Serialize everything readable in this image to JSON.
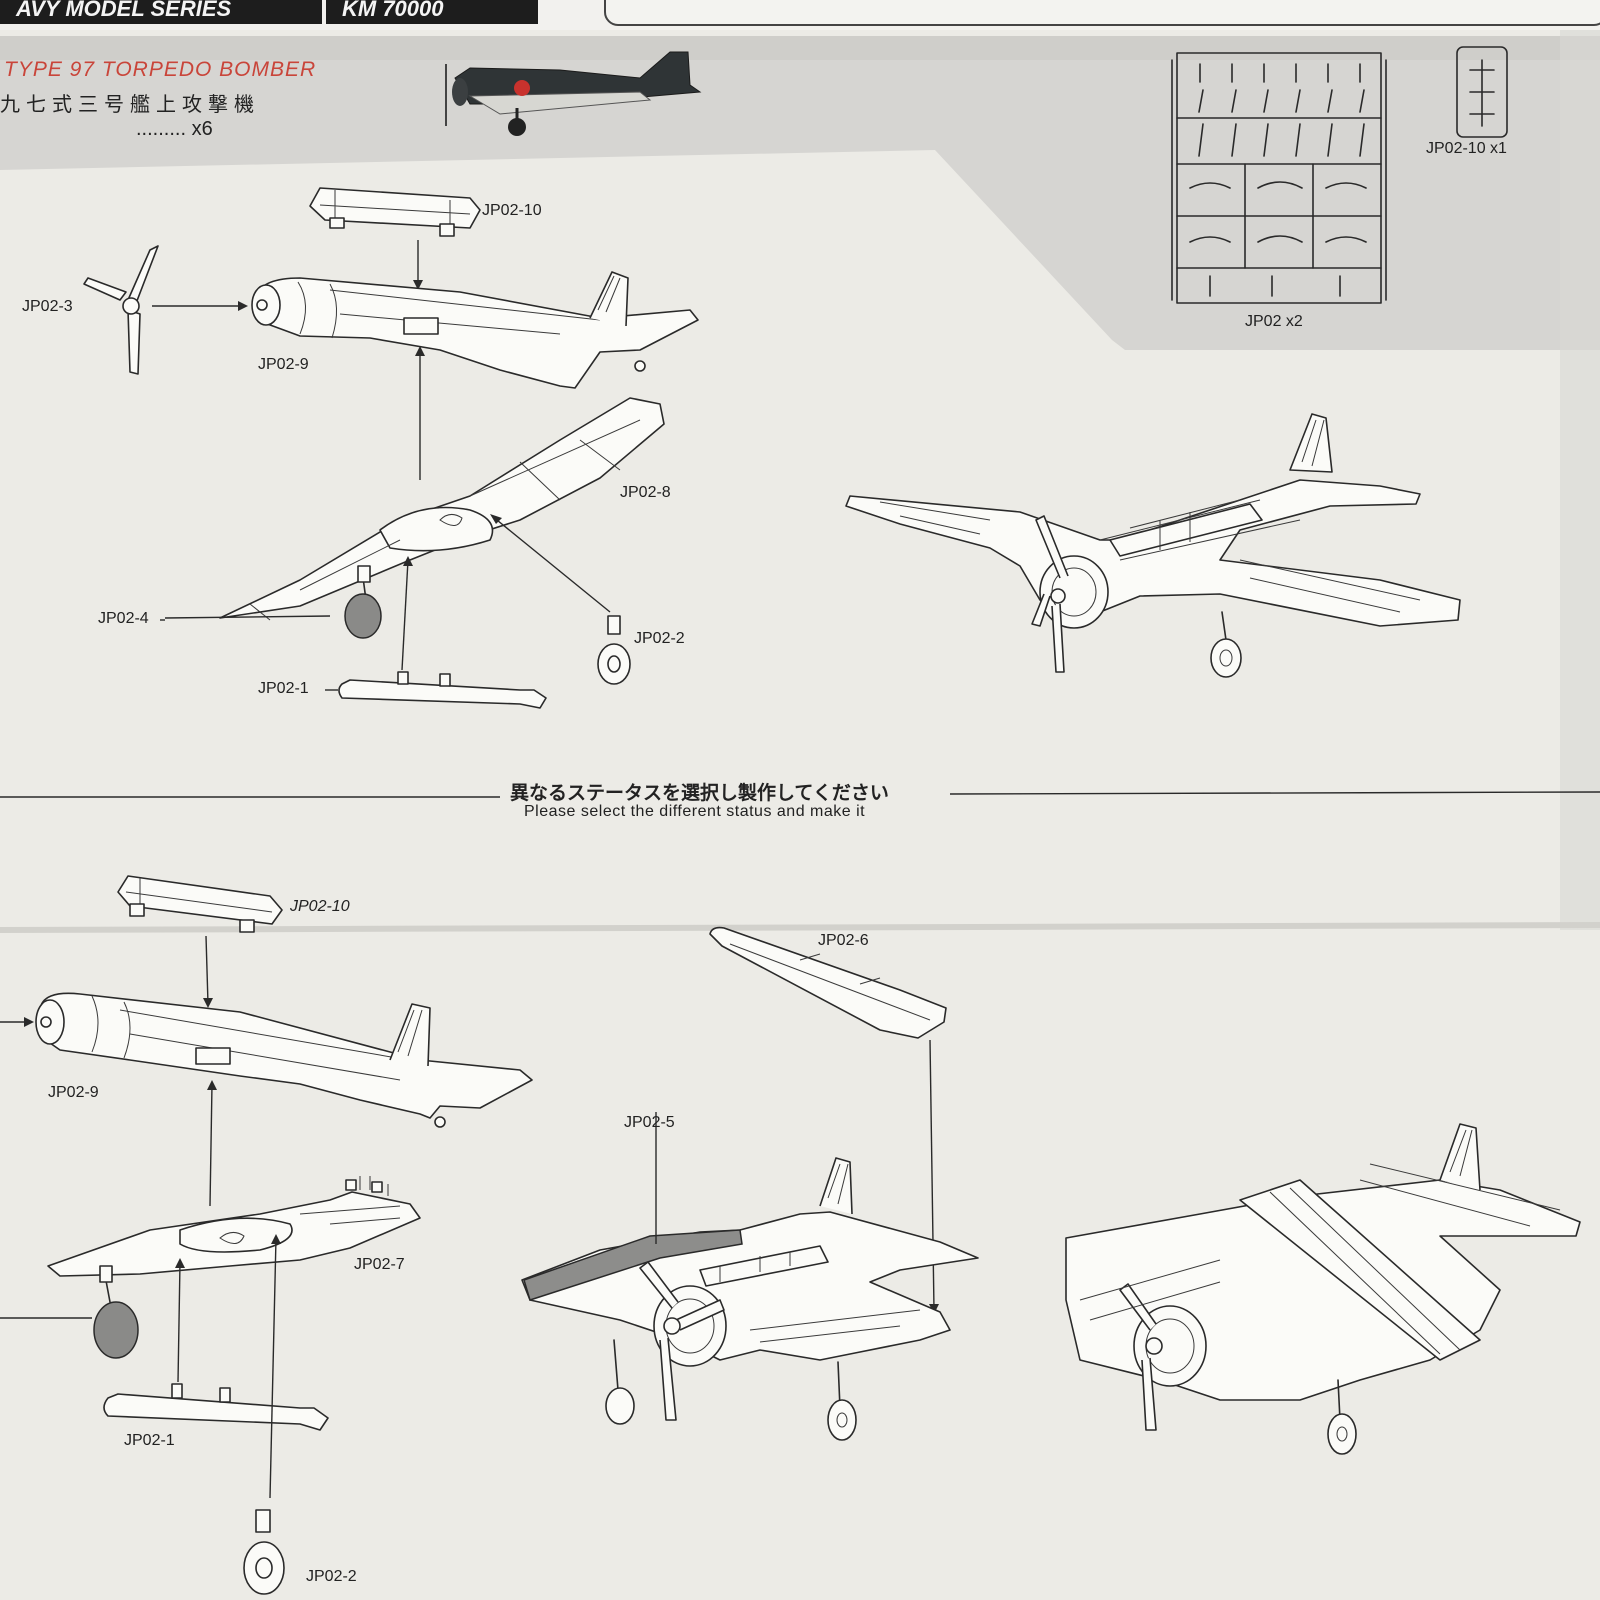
{
  "header": {
    "series_fragment": "AVY MODEL SERIES",
    "code_fragment": "KM 70000"
  },
  "aircraft": {
    "title": "TYPE 97 TORPEDO BOMBER",
    "japanese_name": "九七式三号艦上攻撃機",
    "quantity": "......... x6"
  },
  "sprues": {
    "main_label": "JP02 x2",
    "small_label": "JP02-10 x1"
  },
  "divider": {
    "japanese": "異なるステータスを選択し製作してください",
    "english": "Please select the different status and make it"
  },
  "parts_top": {
    "p10": "JP02-10",
    "p3": "JP02-3",
    "p9": "JP02-9",
    "p8": "JP02-8",
    "p4": "JP02-4",
    "p2": "JP02-2",
    "p1": "JP02-1"
  },
  "parts_bottom": {
    "p10": "JP02-10",
    "p9": "JP02-9",
    "p7": "JP02-7",
    "p1": "JP02-1",
    "p2": "JP02-2",
    "p6": "JP02-6",
    "p5": "JP02-5"
  },
  "colors": {
    "title_red": "#c9453a",
    "panel_grey": "#d4d3d0",
    "paper": "#ecebe6",
    "part_grey": "#8a8a88"
  }
}
